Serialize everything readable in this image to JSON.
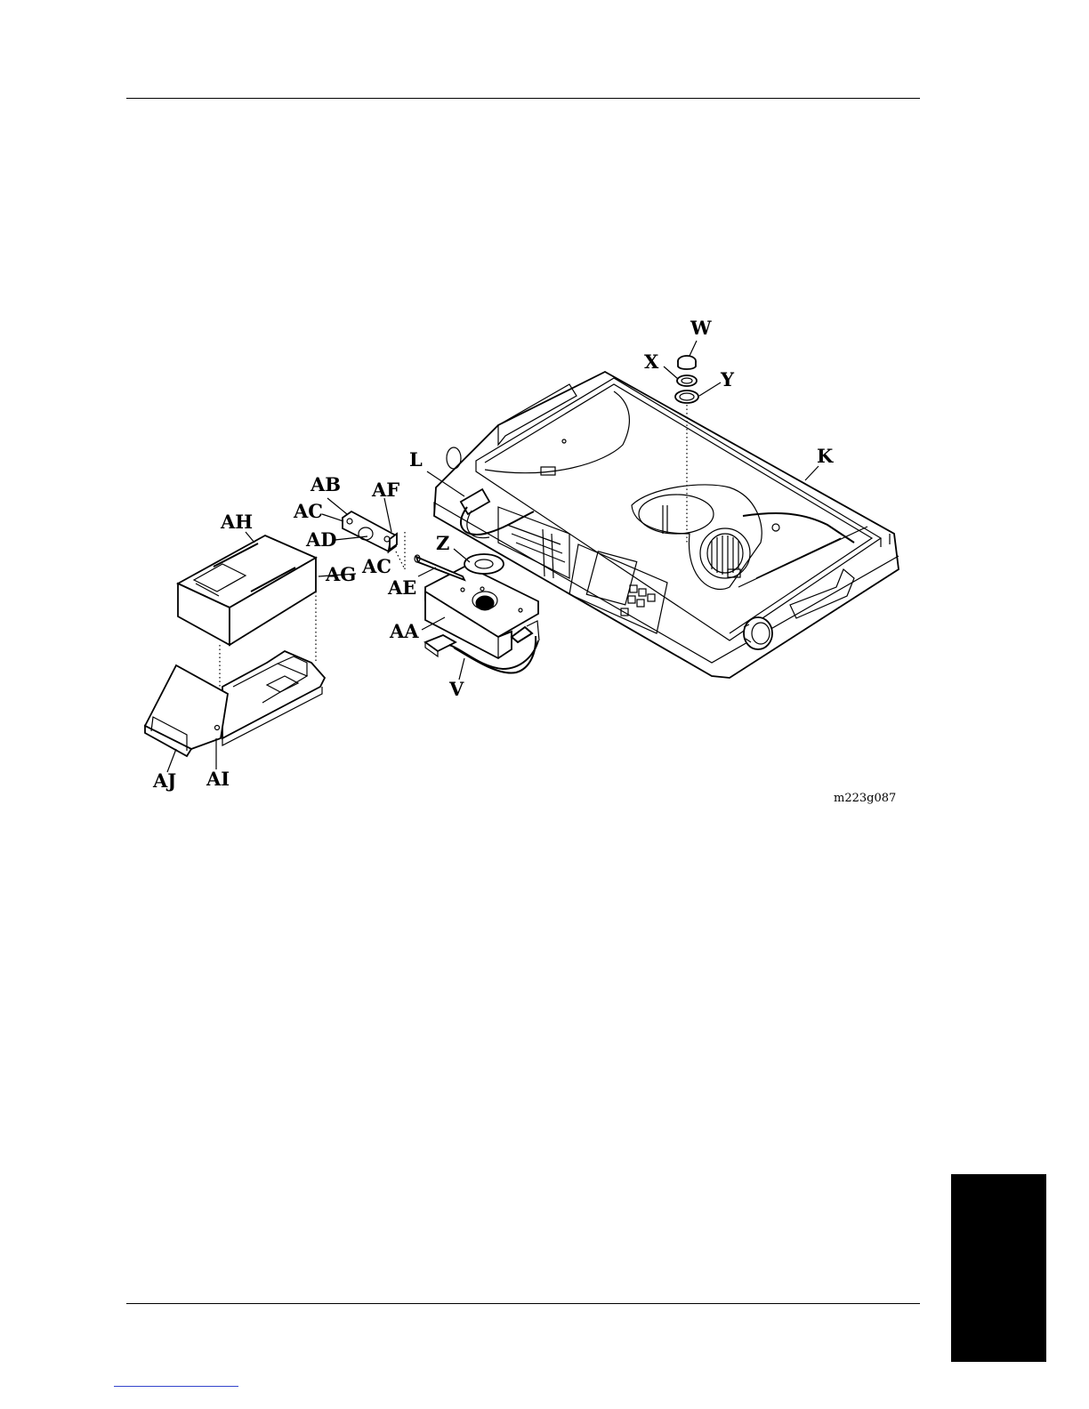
{
  "figure_id": "m223g087",
  "callouts": {
    "W": "W",
    "X": "X",
    "Y": "Y",
    "K": "K",
    "L": "L",
    "AB": "AB",
    "AF": "AF",
    "AC": "AC",
    "AH": "AH",
    "AD": "AD",
    "AG": "AG",
    "Z": "Z",
    "AE": "AE",
    "AA": "AA",
    "V": "V",
    "AJ": "AJ",
    "AI": "AI"
  }
}
